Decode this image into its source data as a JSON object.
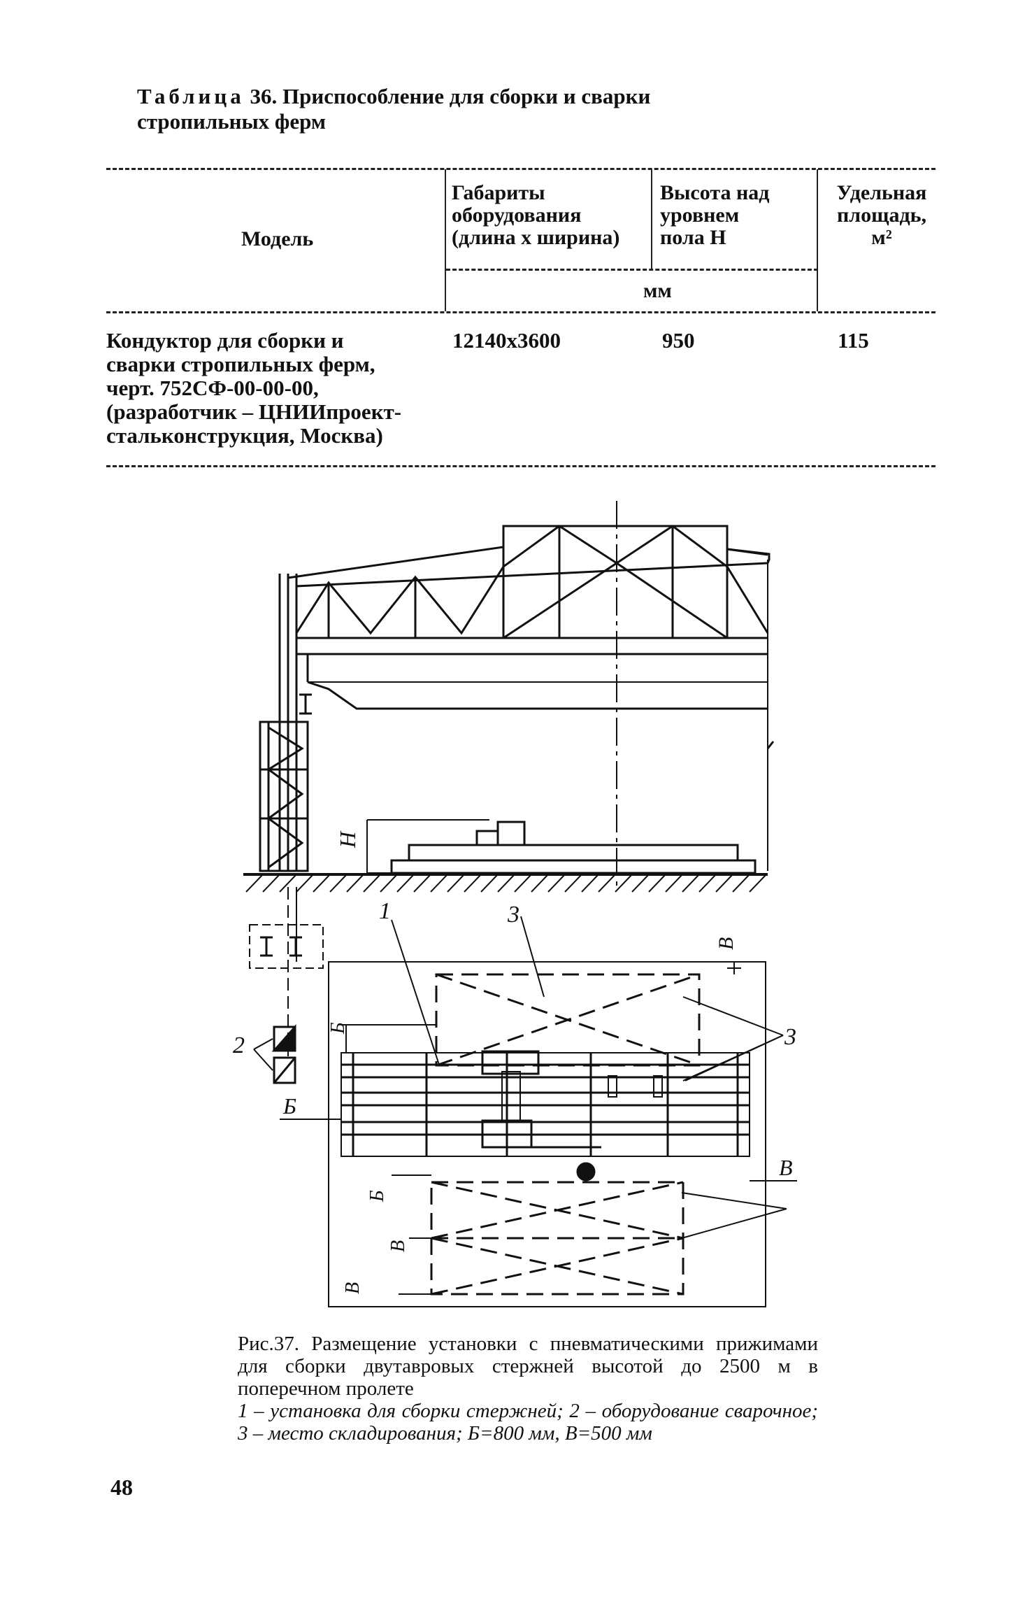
{
  "table": {
    "title_word": "Таблица",
    "title_rest": " 36. Приспособление для сборки и сварки",
    "title_line2": "стропильных ферм",
    "headers": {
      "model": "Модель",
      "dimensions": [
        "Габариты",
        "оборудования",
        "(длина х ширина)"
      ],
      "height": [
        "Высота над",
        "уровнем",
        "пола H"
      ],
      "area": [
        "Удельная",
        "площадь,",
        "м²"
      ],
      "unit": "мм"
    },
    "row": {
      "model": [
        "Кондуктор для сборки и",
        "сварки стропильных ферм,",
        "черт. 752СФ-00-00-00,",
        "(разработчик – ЦНИИпроект-",
        "стальконструкция, Москва)"
      ],
      "dimensions": "12140х3600",
      "height": "950",
      "area": "115"
    }
  },
  "figure": {
    "labels": {
      "one": "1",
      "three_top": "3",
      "three_bottom": "3",
      "two": "2",
      "h": "H",
      "b_top": "В",
      "b_right": "В",
      "b_mid": "В",
      "b_bottom": "В",
      "be_top": "Б",
      "be_left": "Б",
      "be_bottom": "Б"
    },
    "caption": {
      "line1": "Рис.37. Размещение установки с пневматическими прижимами для сборки двутавровых стержней высотой до 2500 м в поперечном пролете",
      "legend": "1 – установка для сборки стержней; 2 – оборудование сварочное; 3 – место складирования; Б=800 мм, В=500 мм"
    }
  },
  "page_number": "48"
}
